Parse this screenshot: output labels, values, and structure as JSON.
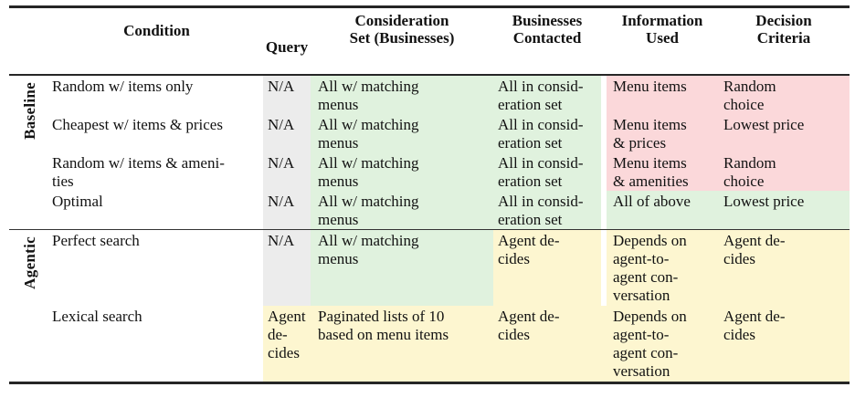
{
  "table": {
    "colors": {
      "gray": "#ececec",
      "green": "#e0f2de",
      "pink": "#fbd8da",
      "yellow": "#fdf6d0"
    },
    "headers": {
      "condition": "Condition",
      "query": "Query",
      "consideration": "Consideration\nSet (Businesses)",
      "contacted": "Businesses\nContacted",
      "information": "Information\nUsed",
      "decision": "Decision\nCriteria"
    },
    "groups": [
      {
        "label": "Baseline",
        "rows": [
          {
            "condition": {
              "text": "Random w/ items only"
            },
            "query": {
              "text": "N/A",
              "bg": "gray"
            },
            "consideration": {
              "text": "All w/ matching\nmenus",
              "bg": "green"
            },
            "contacted": {
              "text": "All in consid-\neration set",
              "bg": "green"
            },
            "information": {
              "text": "Menu items",
              "bg": "pink"
            },
            "decision": {
              "text": "Random\nchoice",
              "bg": "pink"
            },
            "gap": "white"
          },
          {
            "condition": {
              "text": "Cheapest w/ items & prices"
            },
            "query": {
              "text": "N/A",
              "bg": "gray"
            },
            "consideration": {
              "text": "All w/ matching\nmenus",
              "bg": "green"
            },
            "contacted": {
              "text": "All in consid-\neration set",
              "bg": "green"
            },
            "information": {
              "text": "Menu items\n& prices",
              "bg": "pink"
            },
            "decision": {
              "text": "Lowest price",
              "bg": "pink"
            },
            "gap": "white"
          },
          {
            "condition": {
              "text": "Random w/ items & ameni-\nties"
            },
            "query": {
              "text": "N/A",
              "bg": "gray"
            },
            "consideration": {
              "text": "All w/ matching\nmenus",
              "bg": "green"
            },
            "contacted": {
              "text": "All in consid-\neration set",
              "bg": "green"
            },
            "information": {
              "text": "Menu items\n& amenities",
              "bg": "pink"
            },
            "decision": {
              "text": "Random\nchoice",
              "bg": "pink"
            },
            "gap": "white"
          },
          {
            "condition": {
              "text": "Optimal"
            },
            "query": {
              "text": "N/A",
              "bg": "gray"
            },
            "consideration": {
              "text": "All w/ matching\nmenus",
              "bg": "green"
            },
            "contacted": {
              "text": "All in consid-\neration set",
              "bg": "green"
            },
            "information": {
              "text": "All of above",
              "bg": "green"
            },
            "decision": {
              "text": "Lowest price",
              "bg": "green"
            },
            "gap": "white"
          }
        ]
      },
      {
        "label": "Agentic",
        "rows": [
          {
            "condition": {
              "text": "Perfect search"
            },
            "query": {
              "text": "N/A",
              "bg": "gray"
            },
            "consideration": {
              "text": "All w/ matching\nmenus",
              "bg": "green"
            },
            "contacted": {
              "text": "Agent de-\ncides",
              "bg": "yellow"
            },
            "information": {
              "text": "Depends on\nagent-to-\nagent con-\nversation",
              "bg": "yellow"
            },
            "decision": {
              "text": "Agent de-\ncides",
              "bg": "yellow"
            },
            "gap": "white"
          },
          {
            "condition": {
              "text": "Lexical search"
            },
            "query": {
              "text": "Agent\nde-\ncides",
              "bg": "yellow"
            },
            "consideration": {
              "text": "Paginated lists of 10\nbased on menu items",
              "bg": "yellow"
            },
            "contacted": {
              "text": "Agent de-\ncides",
              "bg": "yellow"
            },
            "information": {
              "text": "Depends on\nagent-to-\nagent con-\nversation",
              "bg": "yellow"
            },
            "decision": {
              "text": "Agent de-\ncides",
              "bg": "yellow"
            },
            "gap": "yellow"
          }
        ]
      }
    ]
  }
}
